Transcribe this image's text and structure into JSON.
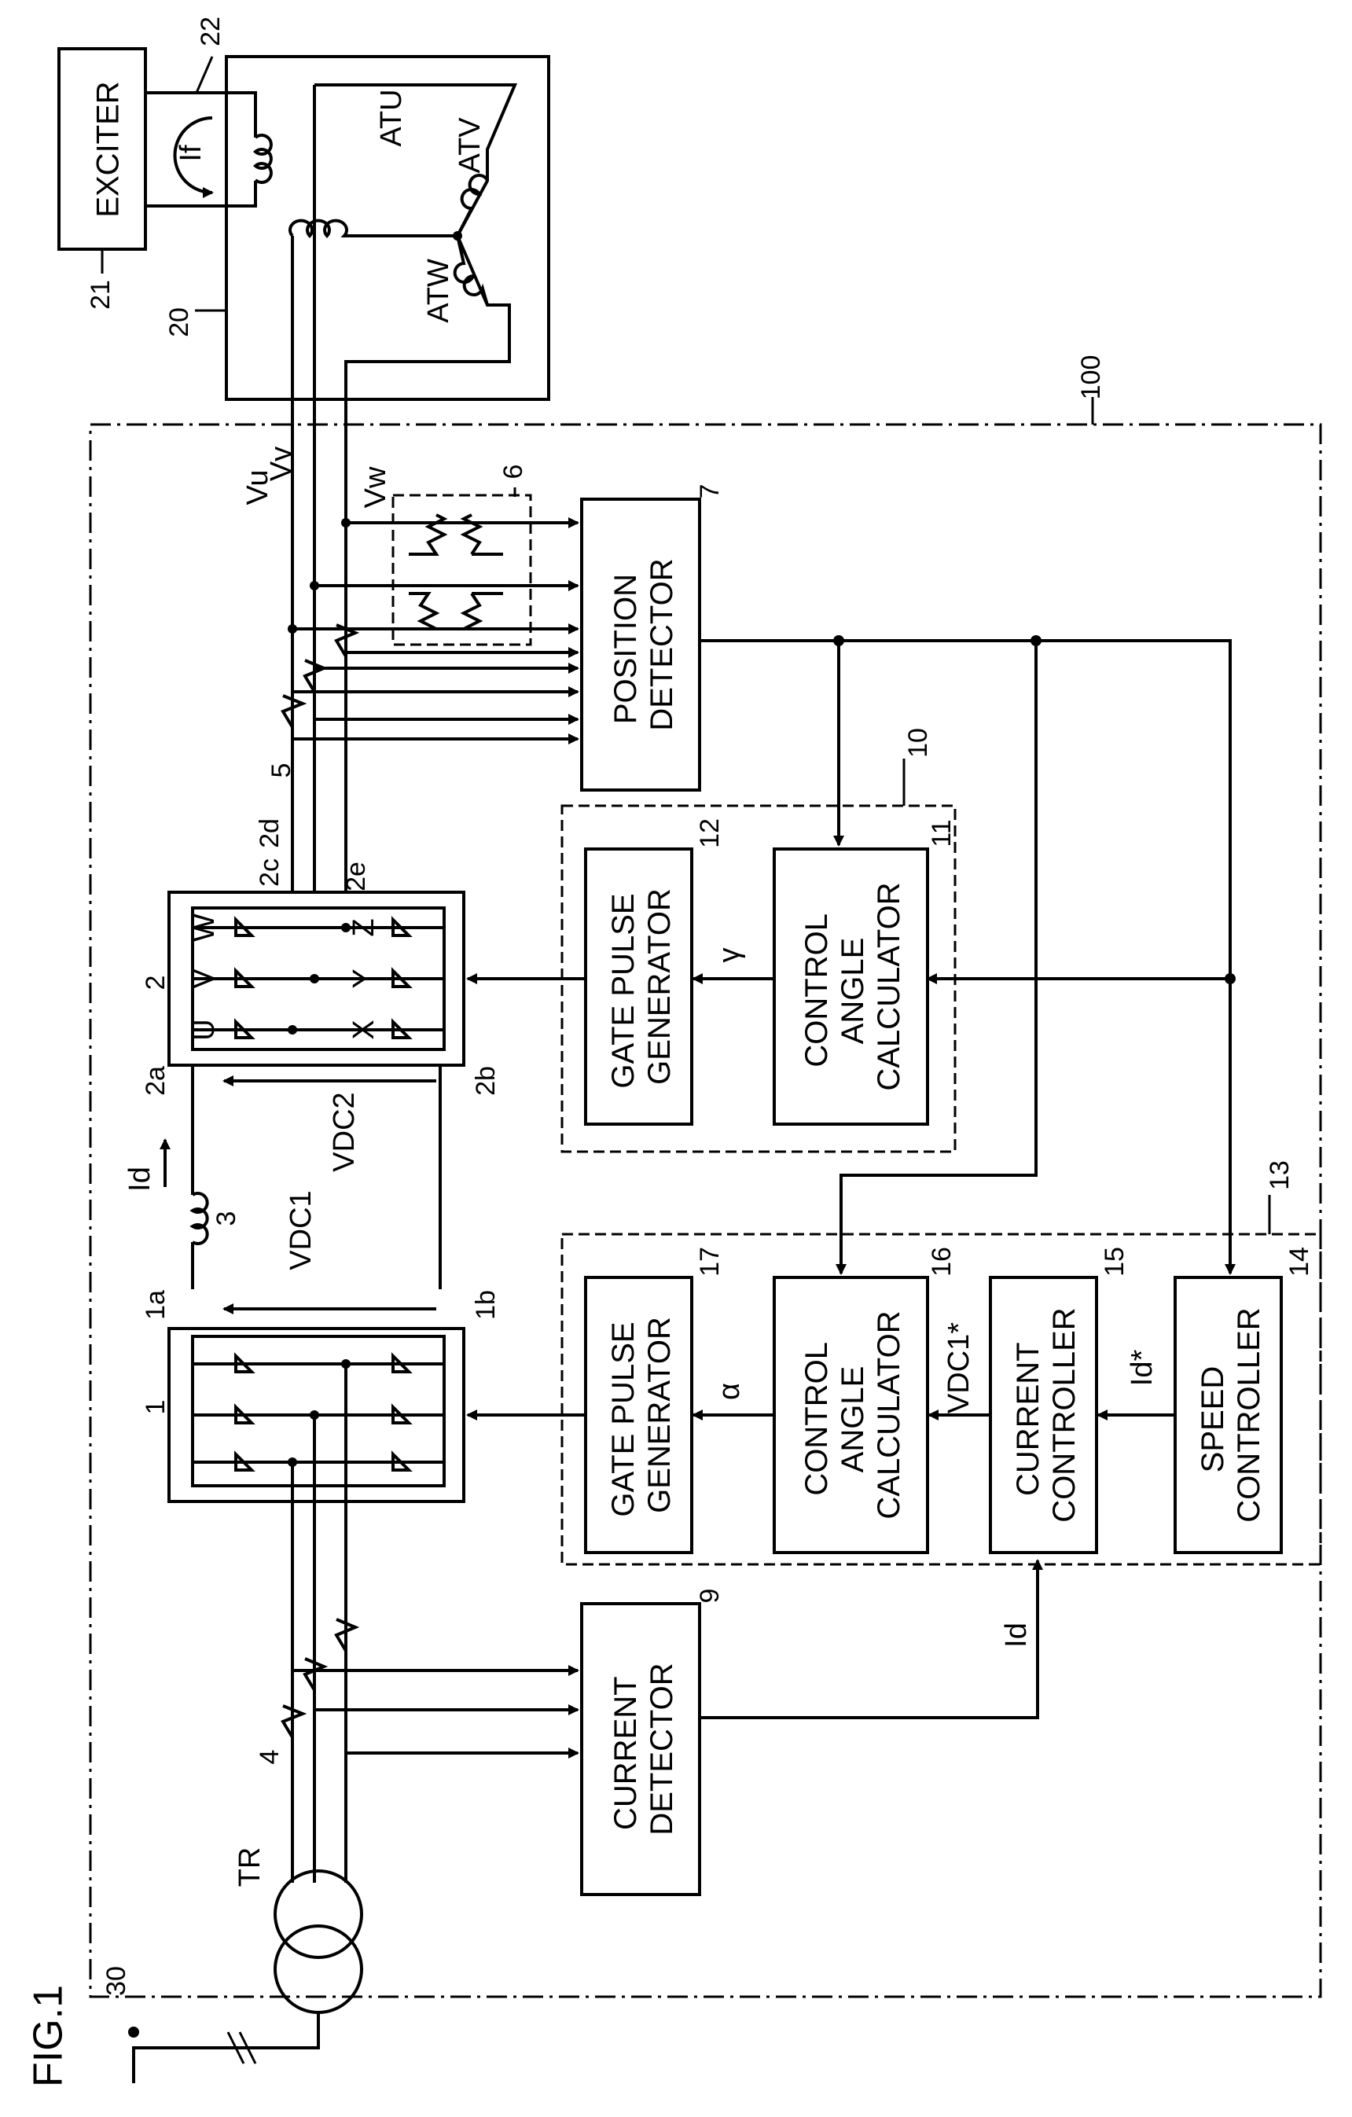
{
  "figure_label": "FIG.1",
  "refs": {
    "r30": "30",
    "r20": "20",
    "r21": "21",
    "r22": "22",
    "r100": "100",
    "r1": "1",
    "r1a": "1a",
    "r1b": "1b",
    "r2": "2",
    "r2a": "2a",
    "r2b": "2b",
    "r2c": "2c",
    "r2d": "2d",
    "r2e": "2e",
    "r3": "3",
    "r4": "4",
    "r5": "5",
    "r6": "6",
    "r7": "7",
    "r9": "9",
    "r10": "10",
    "r11": "11",
    "r12": "12",
    "r13": "13",
    "r14": "14",
    "r15": "15",
    "r16": "16",
    "r17": "17"
  },
  "labels": {
    "exciter": "EXCITER",
    "if": "If",
    "atu": "ATU",
    "atv": "ATV",
    "atw": "ATW",
    "tr": "TR",
    "vu": "Vu",
    "vv": "Vv",
    "vw": "Vw",
    "id_top": "Id",
    "vdc1": "VDC1",
    "vdc2": "VDC2",
    "u": "U",
    "v": "V",
    "w": "W",
    "x": "X",
    "y": "Y",
    "z": "Z",
    "gamma": "γ",
    "alpha": "α",
    "vdc1_star": "VDC1*",
    "id_star": "Id*",
    "id_fb": "Id"
  },
  "blocks": {
    "position_detector": [
      "POSITION",
      "DETECTOR"
    ],
    "gate_pulse_generator_12": [
      "GATE PULSE",
      "GENERATOR"
    ],
    "control_angle_calculator_11": [
      "CONTROL",
      "ANGLE",
      "CALCULATOR"
    ],
    "gate_pulse_generator_17": [
      "GATE PULSE",
      "GENERATOR"
    ],
    "control_angle_calculator_16": [
      "CONTROL",
      "ANGLE",
      "CALCULATOR"
    ],
    "current_controller": [
      "CURRENT",
      "CONTROLLER"
    ],
    "speed_controller": [
      "SPEED",
      "CONTROLLER"
    ],
    "current_detector": [
      "CURRENT",
      "DETECTOR"
    ]
  }
}
